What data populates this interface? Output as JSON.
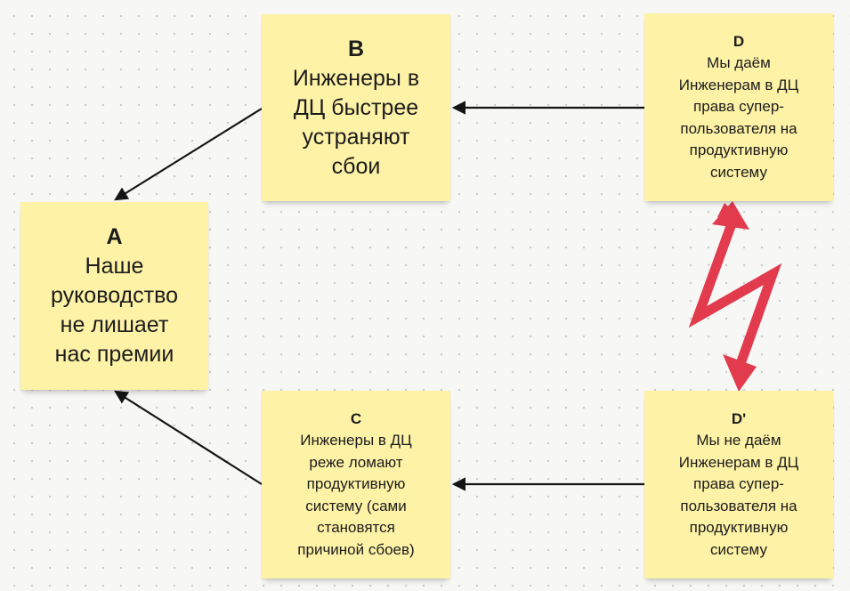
{
  "notes": {
    "a": {
      "letter": "A",
      "text": "Наше\nруководство\nне лишает\nнас премии"
    },
    "b": {
      "letter": "B",
      "text": "Инженеры в\nДЦ быстрее\nустраняют\nсбои"
    },
    "c": {
      "letter": "C",
      "text": "Инженеры в ДЦ\nреже ломают\nпродуктивную\nсистему (сами\nстановятся\nпричиной сбоев)"
    },
    "d": {
      "letter": "D",
      "text": "Мы даём\nИнженерам в ДЦ\nправа супер-\nпользователя на\nпродуктивную\nсистему"
    },
    "d_prime": {
      "letter": "D'",
      "text": "Мы не даём\nИнженерам в ДЦ\nправа супер-\nпользователя на\nпродуктивную\nсистему"
    }
  },
  "colors": {
    "note": "#fdf2a6",
    "arrow": "#141414",
    "conflict": "#e23b4e"
  },
  "icons": {
    "conflict": "lightning-bolt-icon"
  }
}
